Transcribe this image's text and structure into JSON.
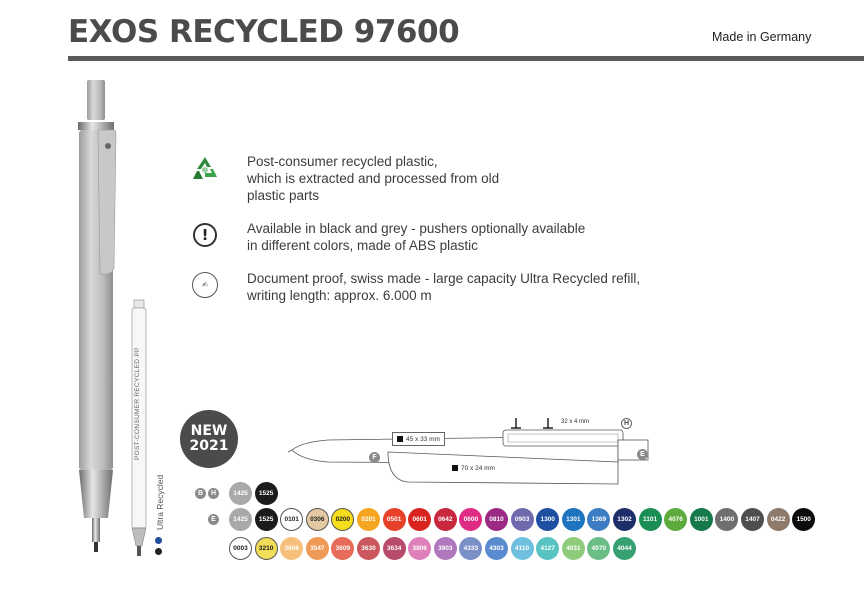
{
  "header": {
    "title": "EXOS RECYCLED 97600",
    "made_in": "Made in Germany"
  },
  "features": [
    {
      "icon": "recycle-icon",
      "text": "Post-consumer recycled plastic,\nwhich is extracted and processed from old\nplastic parts"
    },
    {
      "icon": "exclamation-icon",
      "text": "Available in black and grey - pushers optionally available\nin different colors, made of ABS plastic"
    },
    {
      "icon": "document-proof-icon",
      "text": "Document proof, swiss made - large capacity Ultra Recycled refill,\nwriting length: approx. 6.000 m"
    }
  ],
  "badge": {
    "line1": "NEW",
    "line2": "2021"
  },
  "refill": {
    "label": "POST-CONSUMER RECYCLED PP",
    "ultra_label": "Ultra Recycled",
    "dot_colors": [
      "#1f4f9c",
      "#222222"
    ]
  },
  "imprint": {
    "clip_area": "45 x 33 mm",
    "barrel_area": "70 x 24 mm",
    "small_area": "32 x 4 mm",
    "markers": {
      "h": "H",
      "f": "F",
      "e": "E"
    }
  },
  "color_rows": {
    "row1_letters": [
      "B",
      "H"
    ],
    "row1": [
      {
        "code": "1425",
        "color": "#a9a9a9"
      },
      {
        "code": "1525",
        "color": "#1b1b1b"
      }
    ],
    "row2_letter": "E",
    "row2": [
      {
        "code": "1425",
        "color": "#a9a9a9"
      },
      {
        "code": "1525",
        "color": "#1b1b1b"
      },
      {
        "code": "0101",
        "color": "#ffffff",
        "light": true
      },
      {
        "code": "0306",
        "color": "#e4c9a3",
        "light": true
      },
      {
        "code": "0200",
        "color": "#f5dc1c",
        "light": true
      },
      {
        "code": "0201",
        "color": "#f6a521"
      },
      {
        "code": "0501",
        "color": "#e8412a"
      },
      {
        "code": "0601",
        "color": "#d8231f"
      },
      {
        "code": "0642",
        "color": "#c8283e"
      },
      {
        "code": "0600",
        "color": "#de2b84"
      },
      {
        "code": "0810",
        "color": "#9a2a83"
      },
      {
        "code": "0903",
        "color": "#6f6aae"
      },
      {
        "code": "1300",
        "color": "#1f4fa0"
      },
      {
        "code": "1301",
        "color": "#1e74be"
      },
      {
        "code": "1369",
        "color": "#3b7cc2"
      },
      {
        "code": "1302",
        "color": "#1d2e6a"
      },
      {
        "code": "1101",
        "color": "#1b8e55"
      },
      {
        "code": "4076",
        "color": "#5cab3c"
      },
      {
        "code": "1001",
        "color": "#16794b"
      },
      {
        "code": "1400",
        "color": "#6e6e6e"
      },
      {
        "code": "1407",
        "color": "#4e4e4e"
      },
      {
        "code": "0422",
        "color": "#8d7a6a"
      },
      {
        "code": "1500",
        "color": "#0c0c0c"
      }
    ],
    "row3": [
      {
        "code": "0003",
        "color": "#ffffff",
        "light": true
      },
      {
        "code": "3210",
        "color": "#f2dd58",
        "light": true
      },
      {
        "code": "3606",
        "color": "#f6c07b"
      },
      {
        "code": "3547",
        "color": "#ef9b57"
      },
      {
        "code": "3609",
        "color": "#e66b59"
      },
      {
        "code": "3630",
        "color": "#c9575d"
      },
      {
        "code": "3634",
        "color": "#b84b69"
      },
      {
        "code": "3806",
        "color": "#e080bb"
      },
      {
        "code": "3903",
        "color": "#b078bc"
      },
      {
        "code": "4333",
        "color": "#7b8fc7"
      },
      {
        "code": "4303",
        "color": "#5a8bcf"
      },
      {
        "code": "4110",
        "color": "#6fc0df"
      },
      {
        "code": "4127",
        "color": "#58c4c1"
      },
      {
        "code": "4031",
        "color": "#8ecb7a"
      },
      {
        "code": "4070",
        "color": "#6bbd86"
      },
      {
        "code": "4044",
        "color": "#37a071"
      }
    ]
  }
}
